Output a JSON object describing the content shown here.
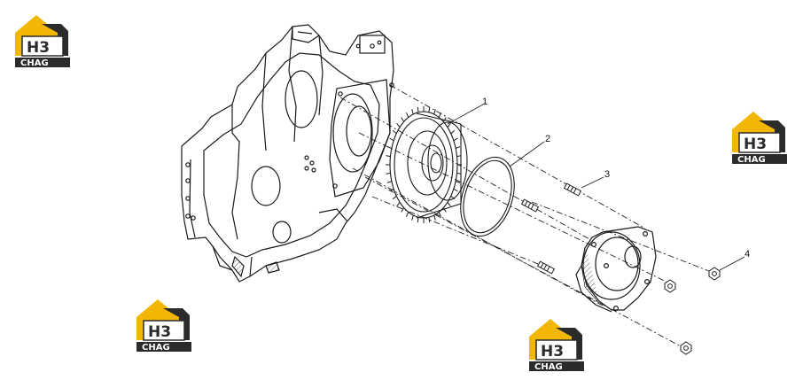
{
  "diagram": {
    "callouts": [
      {
        "id": "1",
        "label": "1"
      },
      {
        "id": "2",
        "label": "2"
      },
      {
        "id": "3",
        "label": "3"
      },
      {
        "id": "4",
        "label": "4"
      }
    ]
  },
  "watermarks": [
    {
      "id": "wm-1",
      "mark": "H3",
      "text": "CHAG"
    },
    {
      "id": "wm-2",
      "mark": "H3",
      "text": "CHAG"
    },
    {
      "id": "wm-3",
      "mark": "H3",
      "text": "CHAG"
    },
    {
      "id": "wm-4",
      "mark": "H3",
      "text": "CHAG"
    }
  ],
  "colors": {
    "line": "#1a1a1a",
    "logo_gold": "#f2b705",
    "logo_dark": "#2b2b2b",
    "logo_text": "#ffffff"
  }
}
